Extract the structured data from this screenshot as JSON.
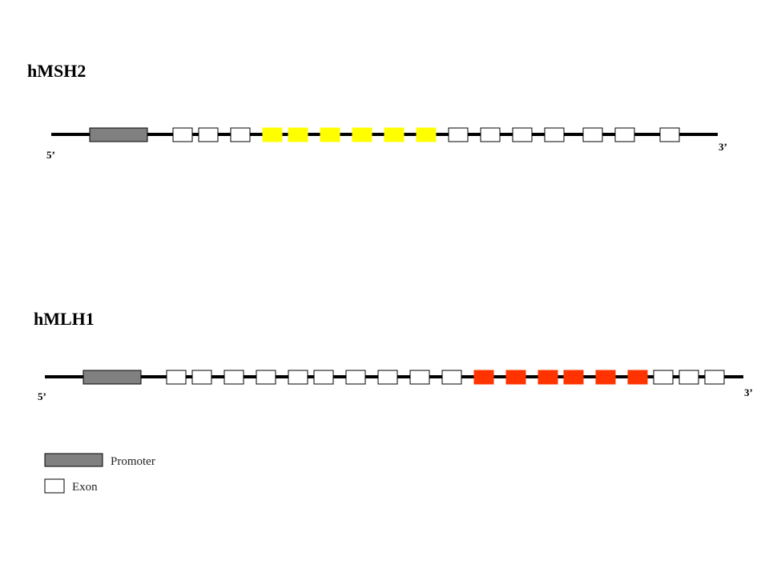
{
  "genes": [
    {
      "name": "hMSH2",
      "five_prime_label": "5’",
      "three_prime_label": "3’",
      "promoter_color": "#808080",
      "exons": [
        {
          "color": "#ffffff"
        },
        {
          "color": "#ffffff"
        },
        {
          "color": "#ffffff"
        },
        {
          "color": "#ffff00"
        },
        {
          "color": "#ffff00"
        },
        {
          "color": "#ffff00"
        },
        {
          "color": "#ffff00"
        },
        {
          "color": "#ffff00"
        },
        {
          "color": "#ffff00"
        },
        {
          "color": "#ffffff"
        },
        {
          "color": "#ffffff"
        },
        {
          "color": "#ffffff"
        },
        {
          "color": "#ffffff"
        },
        {
          "color": "#ffffff"
        },
        {
          "color": "#ffffff"
        },
        {
          "color": "#ffffff"
        }
      ]
    },
    {
      "name": "hMLH1",
      "five_prime_label": "5’",
      "three_prime_label": "3’",
      "promoter_color": "#808080",
      "exons": [
        {
          "color": "#ffffff"
        },
        {
          "color": "#ffffff"
        },
        {
          "color": "#ffffff"
        },
        {
          "color": "#ffffff"
        },
        {
          "color": "#ffffff"
        },
        {
          "color": "#ffffff"
        },
        {
          "color": "#ffffff"
        },
        {
          "color": "#ffffff"
        },
        {
          "color": "#ffffff"
        },
        {
          "color": "#ffffff"
        },
        {
          "color": "#ff3300"
        },
        {
          "color": "#ff3300"
        },
        {
          "color": "#ff3300"
        },
        {
          "color": "#ff3300"
        },
        {
          "color": "#ff3300"
        },
        {
          "color": "#ff3300"
        },
        {
          "color": "#ffffff"
        },
        {
          "color": "#ffffff"
        },
        {
          "color": "#ffffff"
        }
      ]
    }
  ],
  "legend": {
    "promoter_label": "Promoter",
    "promoter_color": "#808080",
    "exon_label": "Exon",
    "exon_color": "#ffffff"
  }
}
